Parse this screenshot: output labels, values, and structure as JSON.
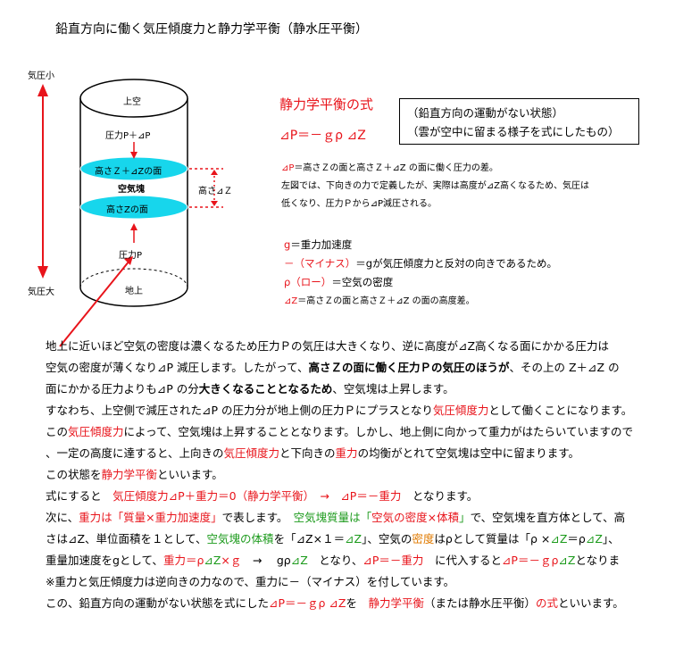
{
  "title": "鉛直方向に働く気圧傾度力と静力学平衡（静水圧平衡）",
  "diagram": {
    "pressure_low": "気圧小",
    "pressure_high": "気圧大",
    "sky": "上空",
    "pressure_top": "圧力P＋⊿P",
    "surface_top": "高さＺ＋⊿Zの面",
    "air_parcel": "空気塊",
    "surface_bottom": "高さZの面",
    "height_diff": "高さ⊿Ｚ",
    "pressure_bottom": "圧力P",
    "ground": "地上"
  },
  "formula": {
    "title": "静力学平衡の式",
    "equation": "⊿P＝－ｇρ ⊿Z",
    "note_line1": "（鉛直方向の運動がない状態）",
    "note_line2": "（雲が空中に留まる様子を式にしたもの）"
  },
  "definitions": {
    "line1_red": "⊿P",
    "line1_rest": "＝高さＺの面と高さＺ＋⊿Z の面に働く圧力の差。",
    "line2": "左図では、下向きの力で定義したが、実際は高度が⊿Z高くなるため、気圧は",
    "line3": "低くなり、圧力Ｐから⊿P減圧される。"
  },
  "variables": {
    "g_sym": "g",
    "g_rest": "＝重力加速度",
    "minus_sym": "－（マイナス）",
    "minus_rest": "＝gが気圧傾度力と反対の向きであるため。",
    "rho_sym": "ρ（ロー）",
    "rho_rest": "＝空気の密度",
    "dz_sym": "⊿Z",
    "dz_rest": "＝高さＺの面と高さＺ＋⊿Z の面の高度差。"
  },
  "body": {
    "p1a": "地上に近いほど空気の密度は濃くなるため圧力Ｐの気圧は大きくなり、逆に高度が⊿Z高くなる面にかかる圧力は",
    "p1b": "空気の密度が薄くなり⊿P 減圧します。したがって、",
    "p1b_bold": "高さＺの面に働く圧力Ｐの気圧のほうが",
    "p1b_end": "、その上の Z＋⊿Z の",
    "p1c_pre": "面にかかる圧力よりも⊿P の分",
    "p1c_bold": "大きくなることとなるため",
    "p1c_end": "、空気塊は上昇します。",
    "p2a_pre": "すなわち、上空側で減圧された⊿P の圧力分が地上側の圧力Ｐにプラスとなり",
    "p2a_red": "気圧傾度力",
    "p2a_end": "として働くことになります。",
    "p2b_pre": "この",
    "p2b_red": "気圧傾度力",
    "p2b_end": "によって、空気塊は上昇することとなります。しかし、地上側に向かって重力がはたらいていますので",
    "p2c_pre": "、一定の高度に達すると、上向きの",
    "p2c_red1": "気圧傾度力",
    "p2c_mid": "と下向きの",
    "p2c_red2": "重力",
    "p2c_end": "の均衡がとれて空気塊は空中に留まります。",
    "p3_pre": "この状態を",
    "p3_red": "静力学平衡",
    "p3_end": "といいます。",
    "p4_pre": "式にすると　",
    "p4_red1": "気圧傾度力⊿P＋重力＝0（静力学平衡）　→　⊿P＝－重力",
    "p4_end": "　となります。",
    "p5_pre": "次に、",
    "p5_red1": "重力は「質量×重力加速度」",
    "p5_mid1": "で表します。　",
    "p5_green1": "空気塊質量は「",
    "p5_red2": "空気の密度×体積",
    "p5_green2": "」",
    "p5_end": "で、空気塊を直方体として、高",
    "p6_pre": "さは⊿Z、単位面積を１として、",
    "p6_green1": "空気塊の体積",
    "p6_mid1": "を「⊿Z×１＝",
    "p6_green2": "⊿Z",
    "p6_mid2": "」、空気の",
    "p6_orange": "密度",
    "p6_mid3": "はρとして質量は「ρ ×",
    "p6_green3": "⊿Z",
    "p6_mid4": "＝ρ",
    "p6_green4": "⊿Z",
    "p6_end": "」、",
    "p7_pre": "重量加速度をgとして、",
    "p7_red1": "重力＝ρ",
    "p7_green1": "⊿Z",
    "p7_red2": "×ｇ",
    "p7_mid1": "　→　 gρ",
    "p7_green2": "⊿Z",
    "p7_mid2": "　となり、",
    "p7_red3": "⊿P＝－重力",
    "p7_mid3": "　に代入すると",
    "p7_red4": "⊿P＝－ｇρ",
    "p7_green3": "⊿Z",
    "p7_end": "となりま",
    "p8": "※重力と気圧傾度力は逆向きの力なので、重力に－（マイナス）を付しています。",
    "p9_pre": "この、鉛直方向の運動がない状態を式にした",
    "p9_red1": "⊿P＝－ｇρ ⊿Z",
    "p9_mid": "を　",
    "p9_red2": "静力学平衡",
    "p9_mid2": "（または静水圧平衡）",
    "p9_red3": "の式",
    "p9_end": "といいます。"
  }
}
